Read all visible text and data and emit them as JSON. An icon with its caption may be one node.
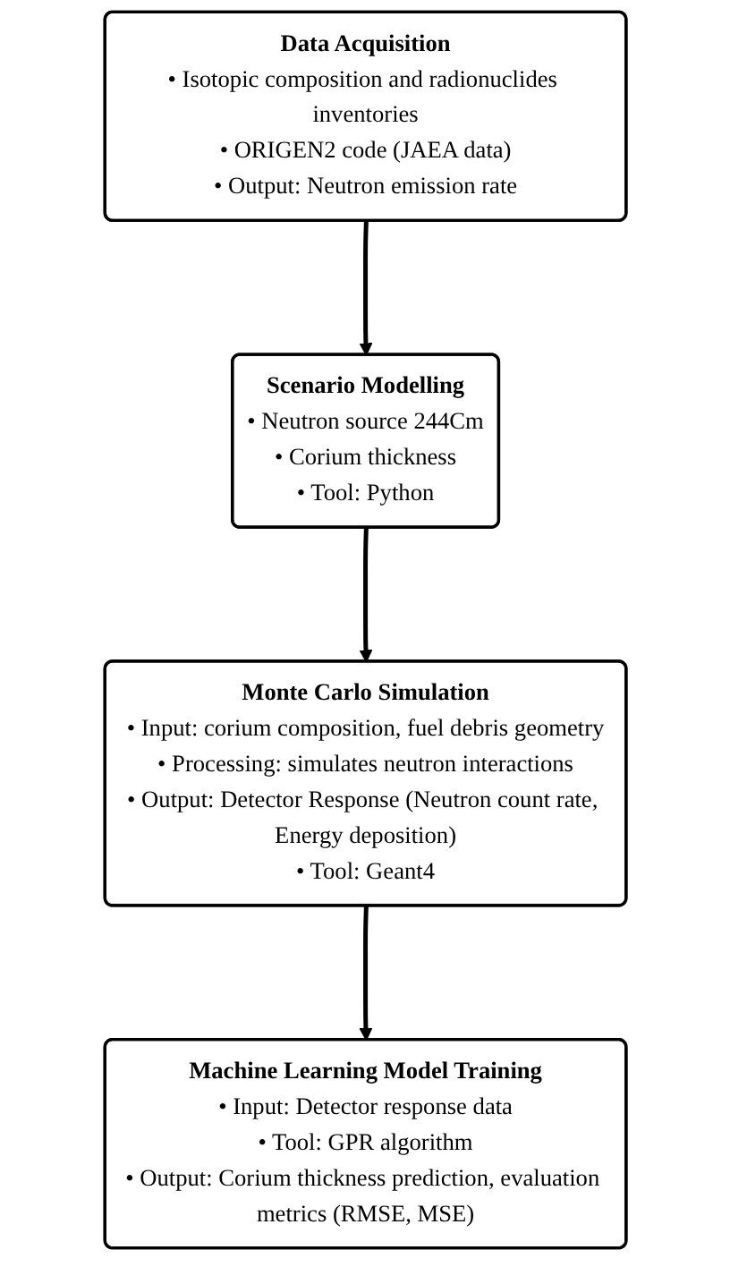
{
  "diagram": {
    "nodes": [
      {
        "text": [
          "Data Acquisition",
          "• Isotopic composition and radionuclides inventories",
          "• ORIGEN2 code (JAEA data)",
          "• Output: Neutron emission rate"
        ]
      },
      {
        "text": [
          "Scenario Modelling",
          "• Neutron source 244Cm",
          "• Corium thickness",
          "• Tool: Python"
        ]
      },
      {
        "text": [
          "Monte Carlo Simulation",
          "• Input: corium composition, fuel debris geometry",
          "• Processing: simulates neutron interactions",
          "• Output: Detector Response (Neutron count rate, Energy deposition)",
          "• Tool: Geant4"
        ]
      },
      {
        "text": [
          "Machine Learning Model Training",
          "• Input: Detector response data",
          "• Tool: GPR algorithm",
          "• Output: Corium thickness prediction, evaluation metrics (RMSE, MSE)"
        ]
      }
    ],
    "edges": [
      {
        "from": 0,
        "to": 1,
        "arrow": "to"
      },
      {
        "from": 1,
        "to": 2,
        "arrow": "to"
      },
      {
        "from": 2,
        "to": 3,
        "arrow": "to"
      }
    ]
  }
}
